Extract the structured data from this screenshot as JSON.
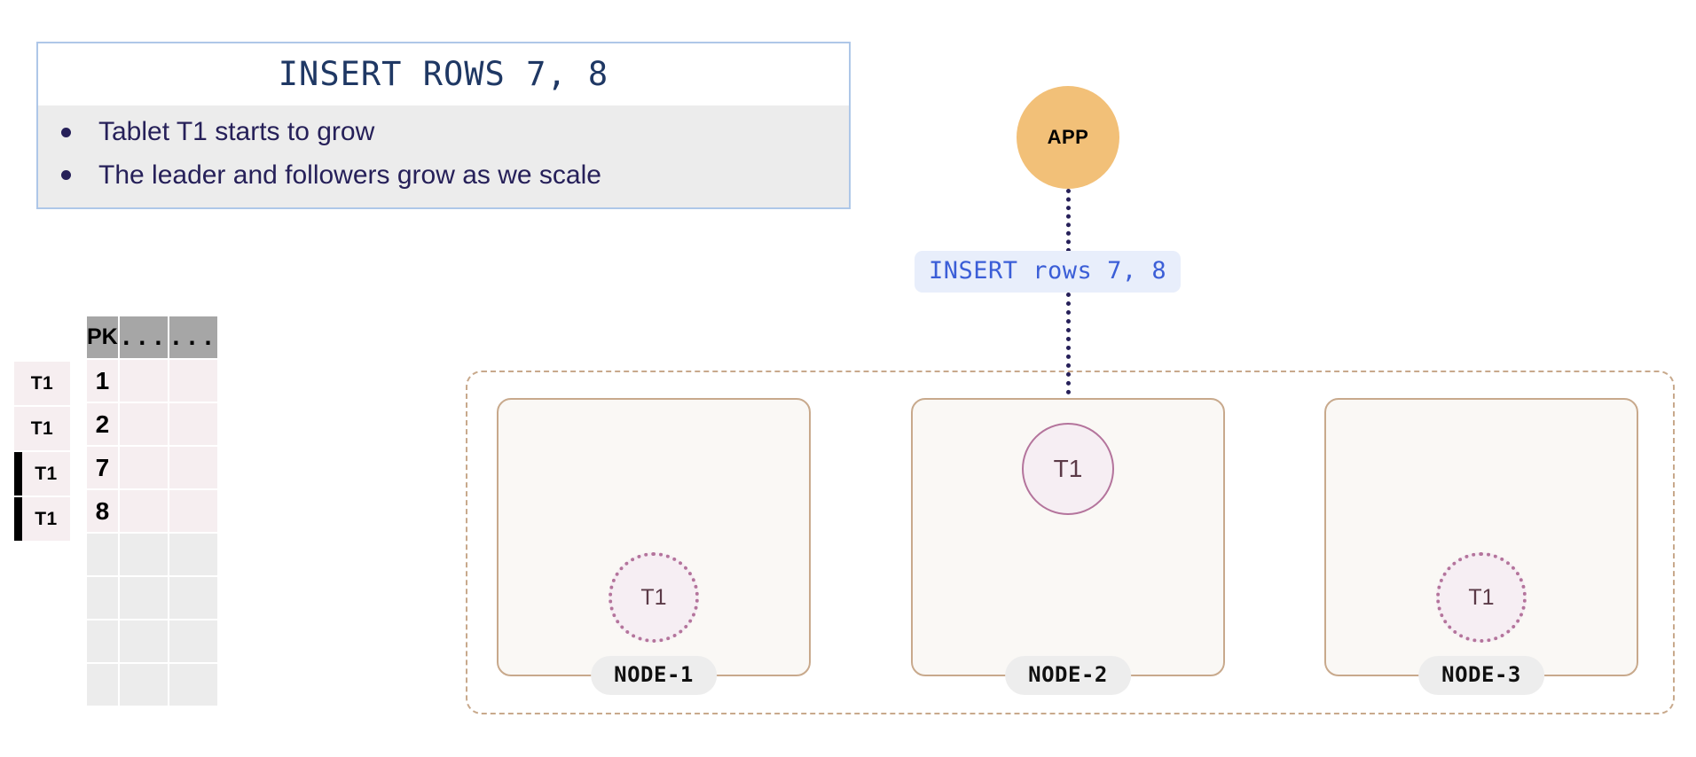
{
  "callout": {
    "title": "INSERT ROWS 7, 8",
    "bullets": [
      "Tablet T1 starts to grow",
      "The leader and followers grow as we scale"
    ]
  },
  "table": {
    "headers": [
      "PK",
      "...",
      "..."
    ],
    "row_labels": [
      {
        "label": "T1",
        "marked": false
      },
      {
        "label": "T1",
        "marked": false
      },
      {
        "label": "T1",
        "marked": true
      },
      {
        "label": "T1",
        "marked": true
      }
    ],
    "rows": [
      {
        "pk": "1",
        "c2": "",
        "c3": ""
      },
      {
        "pk": "2",
        "c2": "",
        "c3": ""
      },
      {
        "pk": "7",
        "c2": "",
        "c3": ""
      },
      {
        "pk": "8",
        "c2": "",
        "c3": ""
      },
      {
        "pk": "",
        "c2": "",
        "c3": ""
      },
      {
        "pk": "",
        "c2": "",
        "c3": ""
      },
      {
        "pk": "",
        "c2": "",
        "c3": ""
      },
      {
        "pk": "",
        "c2": "",
        "c3": ""
      }
    ]
  },
  "app": {
    "label": "APP"
  },
  "connector": {
    "label": "INSERT rows 7, 8"
  },
  "cluster": {
    "nodes": [
      {
        "name": "NODE-1",
        "tablet": "T1",
        "role": "follower"
      },
      {
        "name": "NODE-2",
        "tablet": "T1",
        "role": "leader"
      },
      {
        "name": "NODE-3",
        "tablet": "T1",
        "role": "follower"
      }
    ]
  },
  "colors": {
    "callout_border": "#aec7e8",
    "callout_body_bg": "#ececec",
    "title_text": "#1f3864",
    "bullet_text": "#262059",
    "table_header_bg": "#a6a6a6",
    "table_filled_row_bg": "#f6eef0",
    "table_empty_row_bg": "#ececec",
    "app_fill": "#f2c078",
    "connector_line": "#262059",
    "insert_label_bg": "#e8eefb",
    "insert_label_text": "#3b5ed7",
    "cluster_border": "#c8a98c",
    "node_fill": "#faf8f5",
    "tablet_fill": "#f6eef3",
    "tablet_border": "#b4749c",
    "node_badge_bg": "#ededed"
  }
}
